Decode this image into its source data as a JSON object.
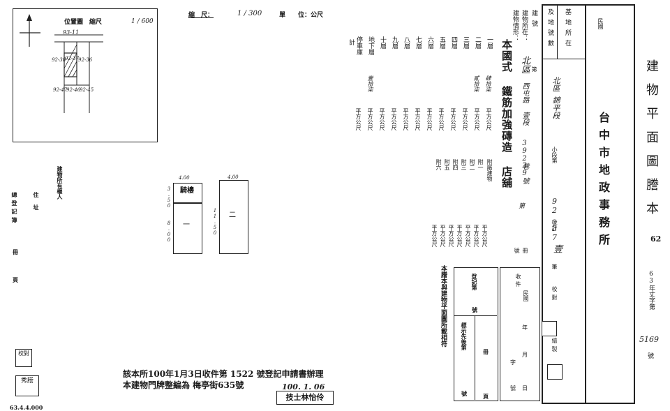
{
  "right_title": "建物平面圖謄本",
  "page_number": "62",
  "office_name": "台中市地政事務所",
  "era": "民國",
  "doc_number": "63年丈字第",
  "doc_number_hw": "5169",
  "doc_suffix": "號",
  "location_col_a": "基地所在",
  "location_col_b": "及地號數",
  "district": "北區",
  "section": "錦平段",
  "subsection_label": "小段第",
  "lot_number": "92-37",
  "lot_suffix": "號計",
  "lot_count": "壹",
  "sheet_label": "筆",
  "proof_label": "校對",
  "draw_label": "繪製",
  "bldg_no_label": "建號",
  "bldg_loc_label": "建物所在：",
  "bldg_loc_district": "北區",
  "bldg_loc_road": "西屯路",
  "bldg_loc_section": "壹段",
  "bldg_loc_lane": "392巷",
  "bldg_loc_no": "29號",
  "bldg_status_label": "建物情形：",
  "bldg_structure": "本國式 鐵筋加強磚造 店舖",
  "no_label": "第",
  "floors": [
    "一層",
    "二層",
    "三層",
    "四層",
    "五層",
    "六層",
    "七層",
    "八層",
    "九層",
    "十層",
    "地下層",
    "停車庫"
  ],
  "floor_units": "平方公尺",
  "floor_notes": [
    "肆拾柒",
    "貳拾柒",
    "壹拾柒"
  ],
  "total_label": "計",
  "accessory_label": "附屬建物",
  "accessories": [
    "附一",
    "附二",
    "附三",
    "附四",
    "附五",
    "附六",
    "計"
  ],
  "scale_label": "縮　尺：",
  "scale_value": "1 / 300",
  "unit_label": "單　　位：公尺",
  "loc_map_label": "位置圖　縮尺",
  "loc_map_scale": "1 / 600",
  "map_lots": [
    "93-11",
    "92-38",
    "92-37",
    "92-36",
    "92-47",
    "92-46",
    "92-45"
  ],
  "owner_label": "建物所有權人",
  "address_label": "住址",
  "reg_label": "總登記簿",
  "book_label": "冊",
  "page_label": "頁",
  "plan_rooms": [
    "騎樓",
    "一",
    "二"
  ],
  "plan_dims": [
    "4.00",
    "4.00",
    "3.50",
    "8.00",
    "11.50"
  ],
  "received_label": "收件",
  "received_era": "民國",
  "year_label": "年",
  "month_label": "月",
  "day_label": "日",
  "word_label": "字",
  "reg_no_label": "登記第",
  "mark_label": "標示先後第",
  "conform_text": "本謄本與建物平面圖所載相符",
  "bottom_line1": "該本所100年1月3日收件第 1522 號登記申請書辦理",
  "bottom_line2": "本建物門牌整編為 梅亭街635號",
  "date_stamp": "100. 1. 06",
  "tech_stamp": "技士林怡伶",
  "serial": "63.4.4.000",
  "side_stamp1": "校對",
  "side_stamp2": "秀謄"
}
